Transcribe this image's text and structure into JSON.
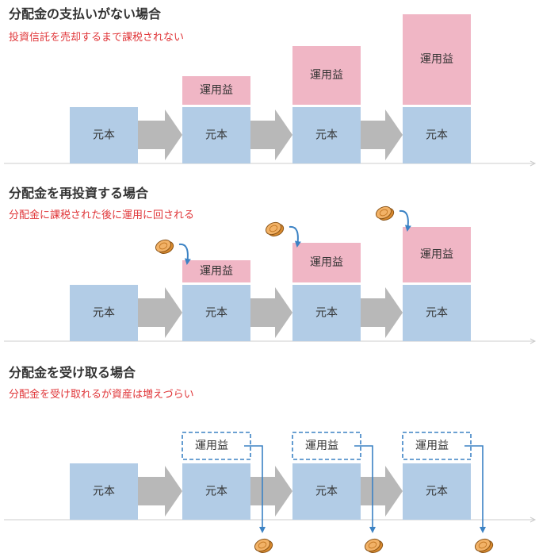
{
  "sections": [
    {
      "title": "分配金の支払いがない場合",
      "subtitle": "投資信託を売却するまで課税されない"
    },
    {
      "title": "分配金を再投資する場合",
      "subtitle": "分配金に課税された後に運用に回される"
    },
    {
      "title": "分配金を受け取る場合",
      "subtitle": "分配金を受け取れるが資産は増えづらい"
    }
  ],
  "labels": {
    "principal": "元本",
    "returns": "運用益"
  },
  "colors": {
    "principal": "#b2cce6",
    "returns": "#f0b6c5",
    "arrow": "#b8b8b8",
    "accent": "#3b82c4",
    "coin": "#f2b267",
    "subtitle": "#e0373a"
  },
  "icons": [
    "coin-icon",
    "reinvest-curved-arrow-icon",
    "block-arrow-icon"
  ]
}
